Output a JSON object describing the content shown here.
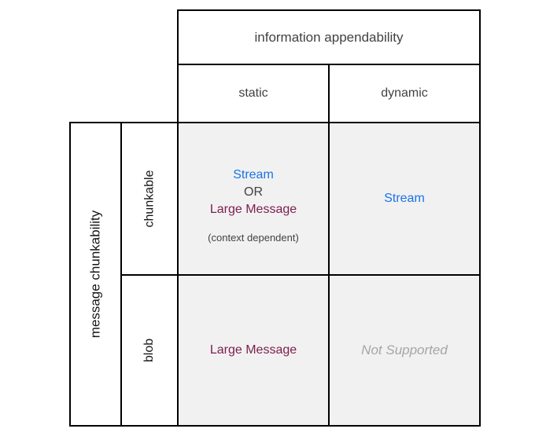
{
  "matrix": {
    "column_axis": {
      "title": "information appendability",
      "columns": [
        "static",
        "dynamic"
      ]
    },
    "row_axis": {
      "title": "message chunkability",
      "rows": [
        "chunkable",
        "blob"
      ]
    },
    "cells": {
      "chunkable_static": {
        "option1": "Stream",
        "conjunction": "OR",
        "option2": "Large Message",
        "note": "(context dependent)"
      },
      "chunkable_dynamic": "Stream",
      "blob_static": "Large Message",
      "blob_dynamic": "Not Supported"
    },
    "colors": {
      "stream": "#1a73e8",
      "large_message": "#7d2050",
      "not_supported": "#a6a6a6",
      "header_text": "#424242",
      "axis_text": "#161616",
      "cell_bg": "#f1f1f1",
      "border": "#000000"
    }
  }
}
